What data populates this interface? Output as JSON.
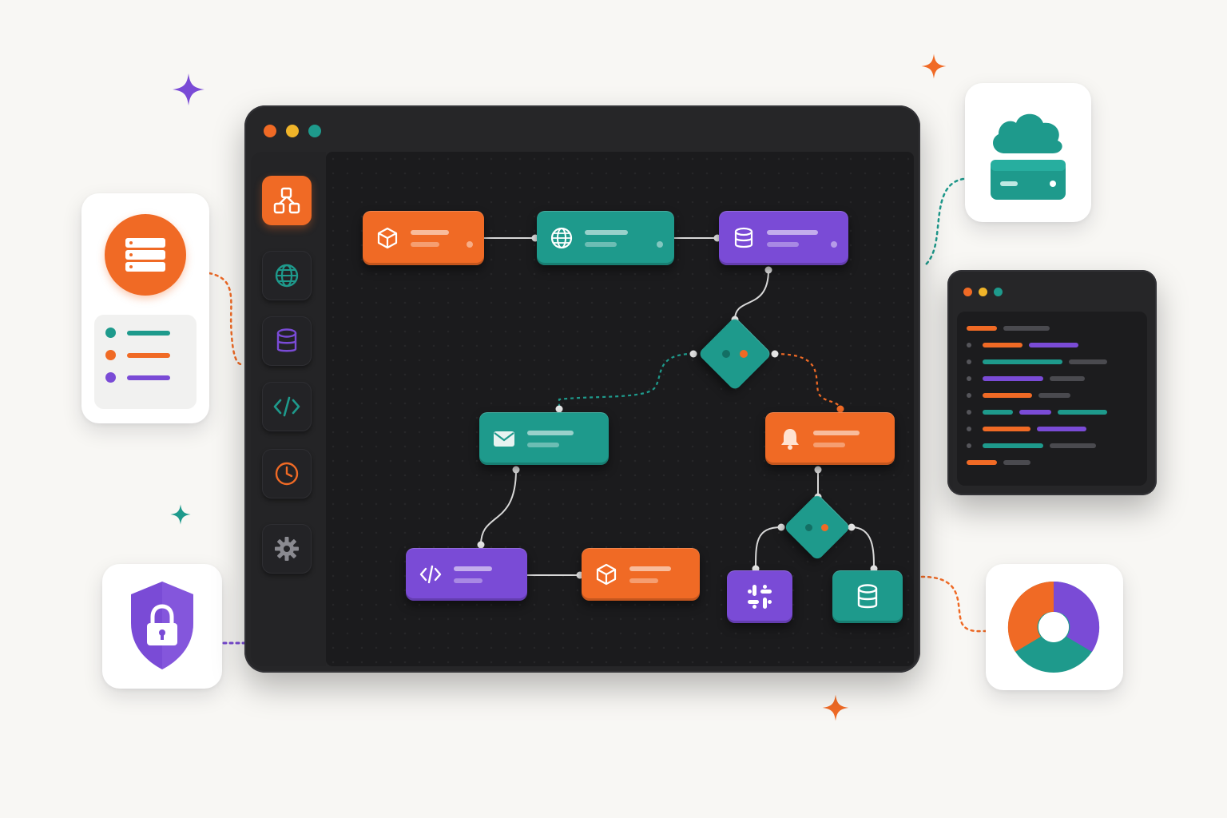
{
  "colors": {
    "orange": "#f06a25",
    "teal": "#1e9a8c",
    "purple": "#7a4bd6",
    "window_dark": "#262628",
    "canvas_dark": "#1b1b1d",
    "background": "#f8f7f4"
  },
  "main_window": {
    "traffic_lights": [
      "orange",
      "yellow",
      "teal"
    ],
    "rail": [
      {
        "icon": "workflow-icon",
        "active": true
      },
      {
        "icon": "globe-icon",
        "active": false
      },
      {
        "icon": "database-icon",
        "active": false
      },
      {
        "icon": "code-icon",
        "active": false
      },
      {
        "icon": "clock-icon",
        "active": false
      },
      {
        "icon": "gear-icon",
        "active": false
      }
    ]
  },
  "flow": {
    "nodes": [
      {
        "id": "n1",
        "color": "orange",
        "icon": "package-icon"
      },
      {
        "id": "n2",
        "color": "teal",
        "icon": "globe-icon"
      },
      {
        "id": "n3",
        "color": "purple",
        "icon": "database-icon"
      },
      {
        "id": "d1",
        "color": "teal",
        "icon": "decision-diamond-icon"
      },
      {
        "id": "n4",
        "color": "teal",
        "icon": "mail-icon"
      },
      {
        "id": "n5",
        "color": "orange",
        "icon": "bell-icon"
      },
      {
        "id": "n6",
        "color": "purple",
        "icon": "code-icon"
      },
      {
        "id": "n7",
        "color": "orange",
        "icon": "package-icon"
      },
      {
        "id": "d2",
        "color": "teal",
        "icon": "decision-diamond-icon"
      },
      {
        "id": "n8",
        "color": "purple",
        "icon": "slack-icon"
      },
      {
        "id": "n9",
        "color": "teal",
        "icon": "database-icon"
      }
    ]
  },
  "side_cards": {
    "server_card": {
      "icon": "server-stack-icon",
      "list_bullets": [
        "teal",
        "orange",
        "purple"
      ]
    },
    "cloud_card": {
      "icon": "cloud-server-icon"
    },
    "code_window": {
      "traffic_lights": [
        "orange",
        "yellow",
        "teal"
      ]
    },
    "security_card": {
      "icon": "shield-lock-icon"
    },
    "chart_card": {
      "icon": "donut-chart-icon"
    }
  }
}
